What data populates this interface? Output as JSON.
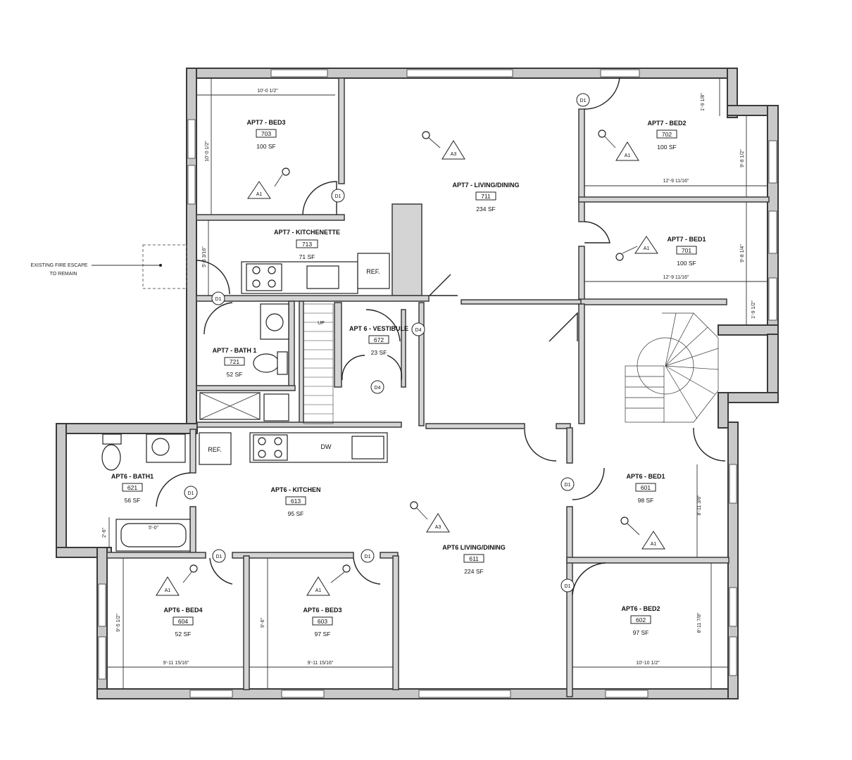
{
  "rooms": {
    "apt7_bed3": {
      "name": "APT7 - BED3",
      "number": "703",
      "area": "100 SF"
    },
    "apt7_living": {
      "name": "APT7 - LIVING/DINING",
      "number": "711",
      "area": "234 SF"
    },
    "apt7_bed2": {
      "name": "APT7 - BED2",
      "number": "702",
      "area": "100 SF"
    },
    "apt7_kitchenette": {
      "name": "APT7 - KITCHENETTE",
      "number": "713",
      "area": "71 SF"
    },
    "apt7_bed1": {
      "name": "APT7 - BED1",
      "number": "701",
      "area": "100 SF"
    },
    "apt7_bath": {
      "name": "APT7 - BATH 1",
      "number": "721",
      "area": "52 SF"
    },
    "apt_vestibule": {
      "name": "APT 6 - VESTIBULE",
      "number": "672",
      "area": "23 SF"
    },
    "apt6_bath": {
      "name": "APT6 - BATH1",
      "number": "621",
      "area": "56 SF"
    },
    "apt6_kitchen": {
      "name": "APT6 - KITCHEN",
      "number": "613",
      "area": "95 SF"
    },
    "apt6_bed1": {
      "name": "APT6 - BED1",
      "number": "601",
      "area": "98 SF"
    },
    "apt6_living": {
      "name": "APT6 LIVING/DINING",
      "number": "611",
      "area": "224 SF"
    },
    "apt6_bed4": {
      "name": "APT6 - BED4",
      "number": "604",
      "area": "52 SF"
    },
    "apt6_bed3": {
      "name": "APT6 - BED3",
      "number": "603",
      "area": "97 SF"
    },
    "apt6_bed2": {
      "name": "APT6 - BED2",
      "number": "602",
      "area": "97 SF"
    }
  },
  "dimensions": {
    "bed3_width": "10'-0 1/2\"",
    "bed3_height": "10'-0 1/2\"",
    "bed2_top": "1'-9 1/8\"",
    "bed2_height": "9'-8 1/2\"",
    "bed2_width": "12'-9 11/16\"",
    "bed1_height": "9'-8 1/4\"",
    "bed1_width": "12'-9 11/16\"",
    "bed1_bottom": "1'-9 1/2\"",
    "kitchenette_height": "5'-3 3/16\"",
    "tub_width": "5'-0\"",
    "bath6_side": "2'-6\"",
    "apt6_bed1_height": "8'-11 3/8\"",
    "apt6_bed2_height": "8'-11 7/8\"",
    "apt6_bed2_width": "10'-10 1/2\"",
    "apt6_bed4_height": "9'-5 1/2\"",
    "apt6_bed4_width": "9'-11 15/16\"",
    "apt6_bed3_height": "9'-6\"",
    "apt6_bed3_width": "9'-11 15/16\""
  },
  "labels": {
    "ref": "REF.",
    "dw": "DW",
    "door_d1": "D1",
    "door_d4": "D4",
    "tag_a1": "A1",
    "tag_a3": "A3",
    "stair_up": "UP"
  },
  "notes": {
    "fire_escape_line1": "EXISTING FIRE ESCAPE",
    "fire_escape_line2": "TO REMAIN"
  }
}
